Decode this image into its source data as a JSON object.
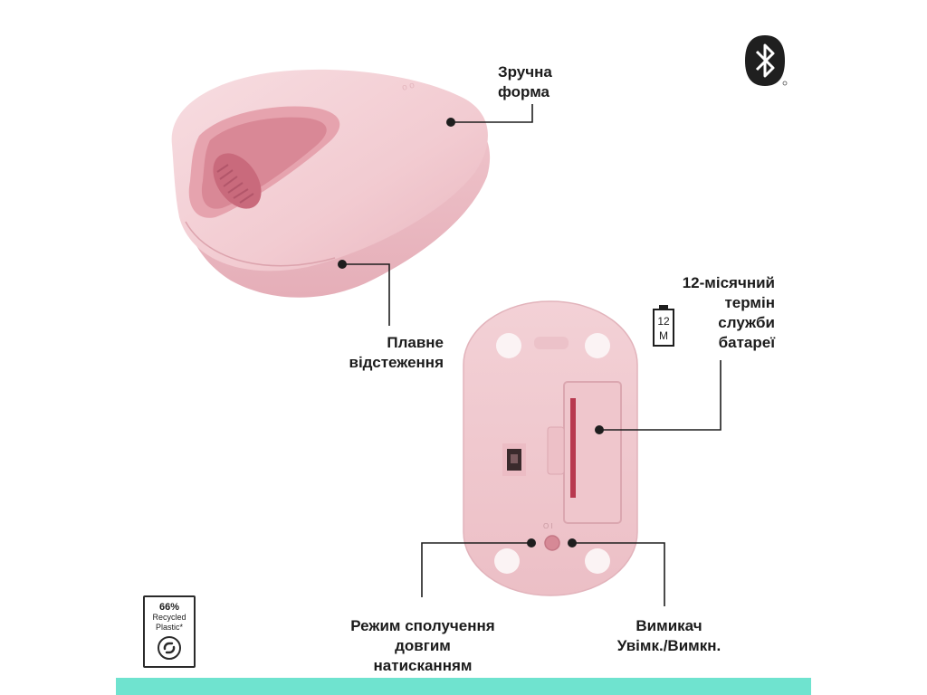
{
  "labels": {
    "comfort_shape": [
      "Зручна",
      "форма"
    ],
    "smooth_tracking": [
      "Плавне",
      "відстеження"
    ],
    "battery_life": [
      "12-місячний",
      "термін",
      "служби",
      "батареї"
    ],
    "pairing_mode": [
      "Режим сполучення",
      "довгим",
      "натисканням"
    ],
    "power_switch": [
      "Вимикач",
      "Увімк./Вимкн."
    ]
  },
  "battery_icon": {
    "value": "12",
    "unit": "M"
  },
  "recycled_badge": {
    "percent": "66%",
    "line1": "Recycled",
    "line2": "Plastic*"
  },
  "colors": {
    "mouse_body": "#f3cdd3",
    "mouse_accent": "#d4808f",
    "bottom_bar": "#6fe3cf"
  },
  "icons": {
    "bluetooth": "bluetooth-icon",
    "battery": "battery-icon",
    "recycle": "recycle-icon"
  }
}
